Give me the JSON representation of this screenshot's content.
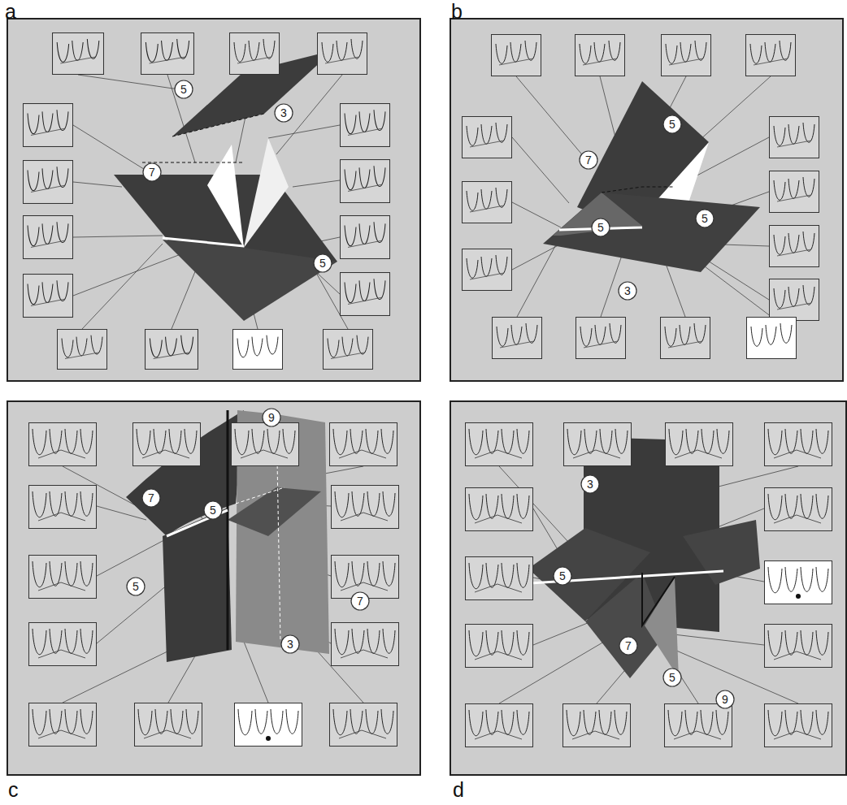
{
  "diagram": {
    "nodes": [
      {
        "text": [
          "a"
        ]
      },
      {
        "text": [
          "5"
        ],
        "in": 0
      },
      {
        "text": [
          "7"
        ],
        "in": 0
      },
      {
        "text": [
          "3"
        ],
        "in": 0
      },
      {
        "text": [
          "5"
        ],
        "in": 0
      },
      {
        "text": [
          "b"
        ]
      },
      {
        "text": [
          "5"
        ],
        "in": 5
      },
      {
        "text": [
          "7"
        ],
        "in": 5
      },
      {
        "text": [
          "5"
        ],
        "in": 5
      },
      {
        "text": [
          "5"
        ],
        "in": 5
      },
      {
        "text": [
          "3"
        ],
        "in": 5
      },
      {
        "text": [
          "c"
        ]
      },
      {
        "text": [
          "9"
        ],
        "in": 11
      },
      {
        "text": [
          "7"
        ],
        "in": 11
      },
      {
        "text": [
          "5"
        ],
        "in": 11
      },
      {
        "text": [
          "5"
        ],
        "in": 11
      },
      {
        "text": [
          "7"
        ],
        "in": 11
      },
      {
        "text": [
          "3"
        ],
        "in": 11
      },
      {
        "text": [
          "d"
        ]
      },
      {
        "text": [
          "3"
        ],
        "in": 18
      },
      {
        "text": [
          "5"
        ],
        "in": 18
      },
      {
        "text": [
          "7"
        ],
        "in": 18
      },
      {
        "text": [
          "5"
        ],
        "in": 18
      },
      {
        "text": [
          "9"
        ],
        "in": 18
      }
    ]
  }
}
